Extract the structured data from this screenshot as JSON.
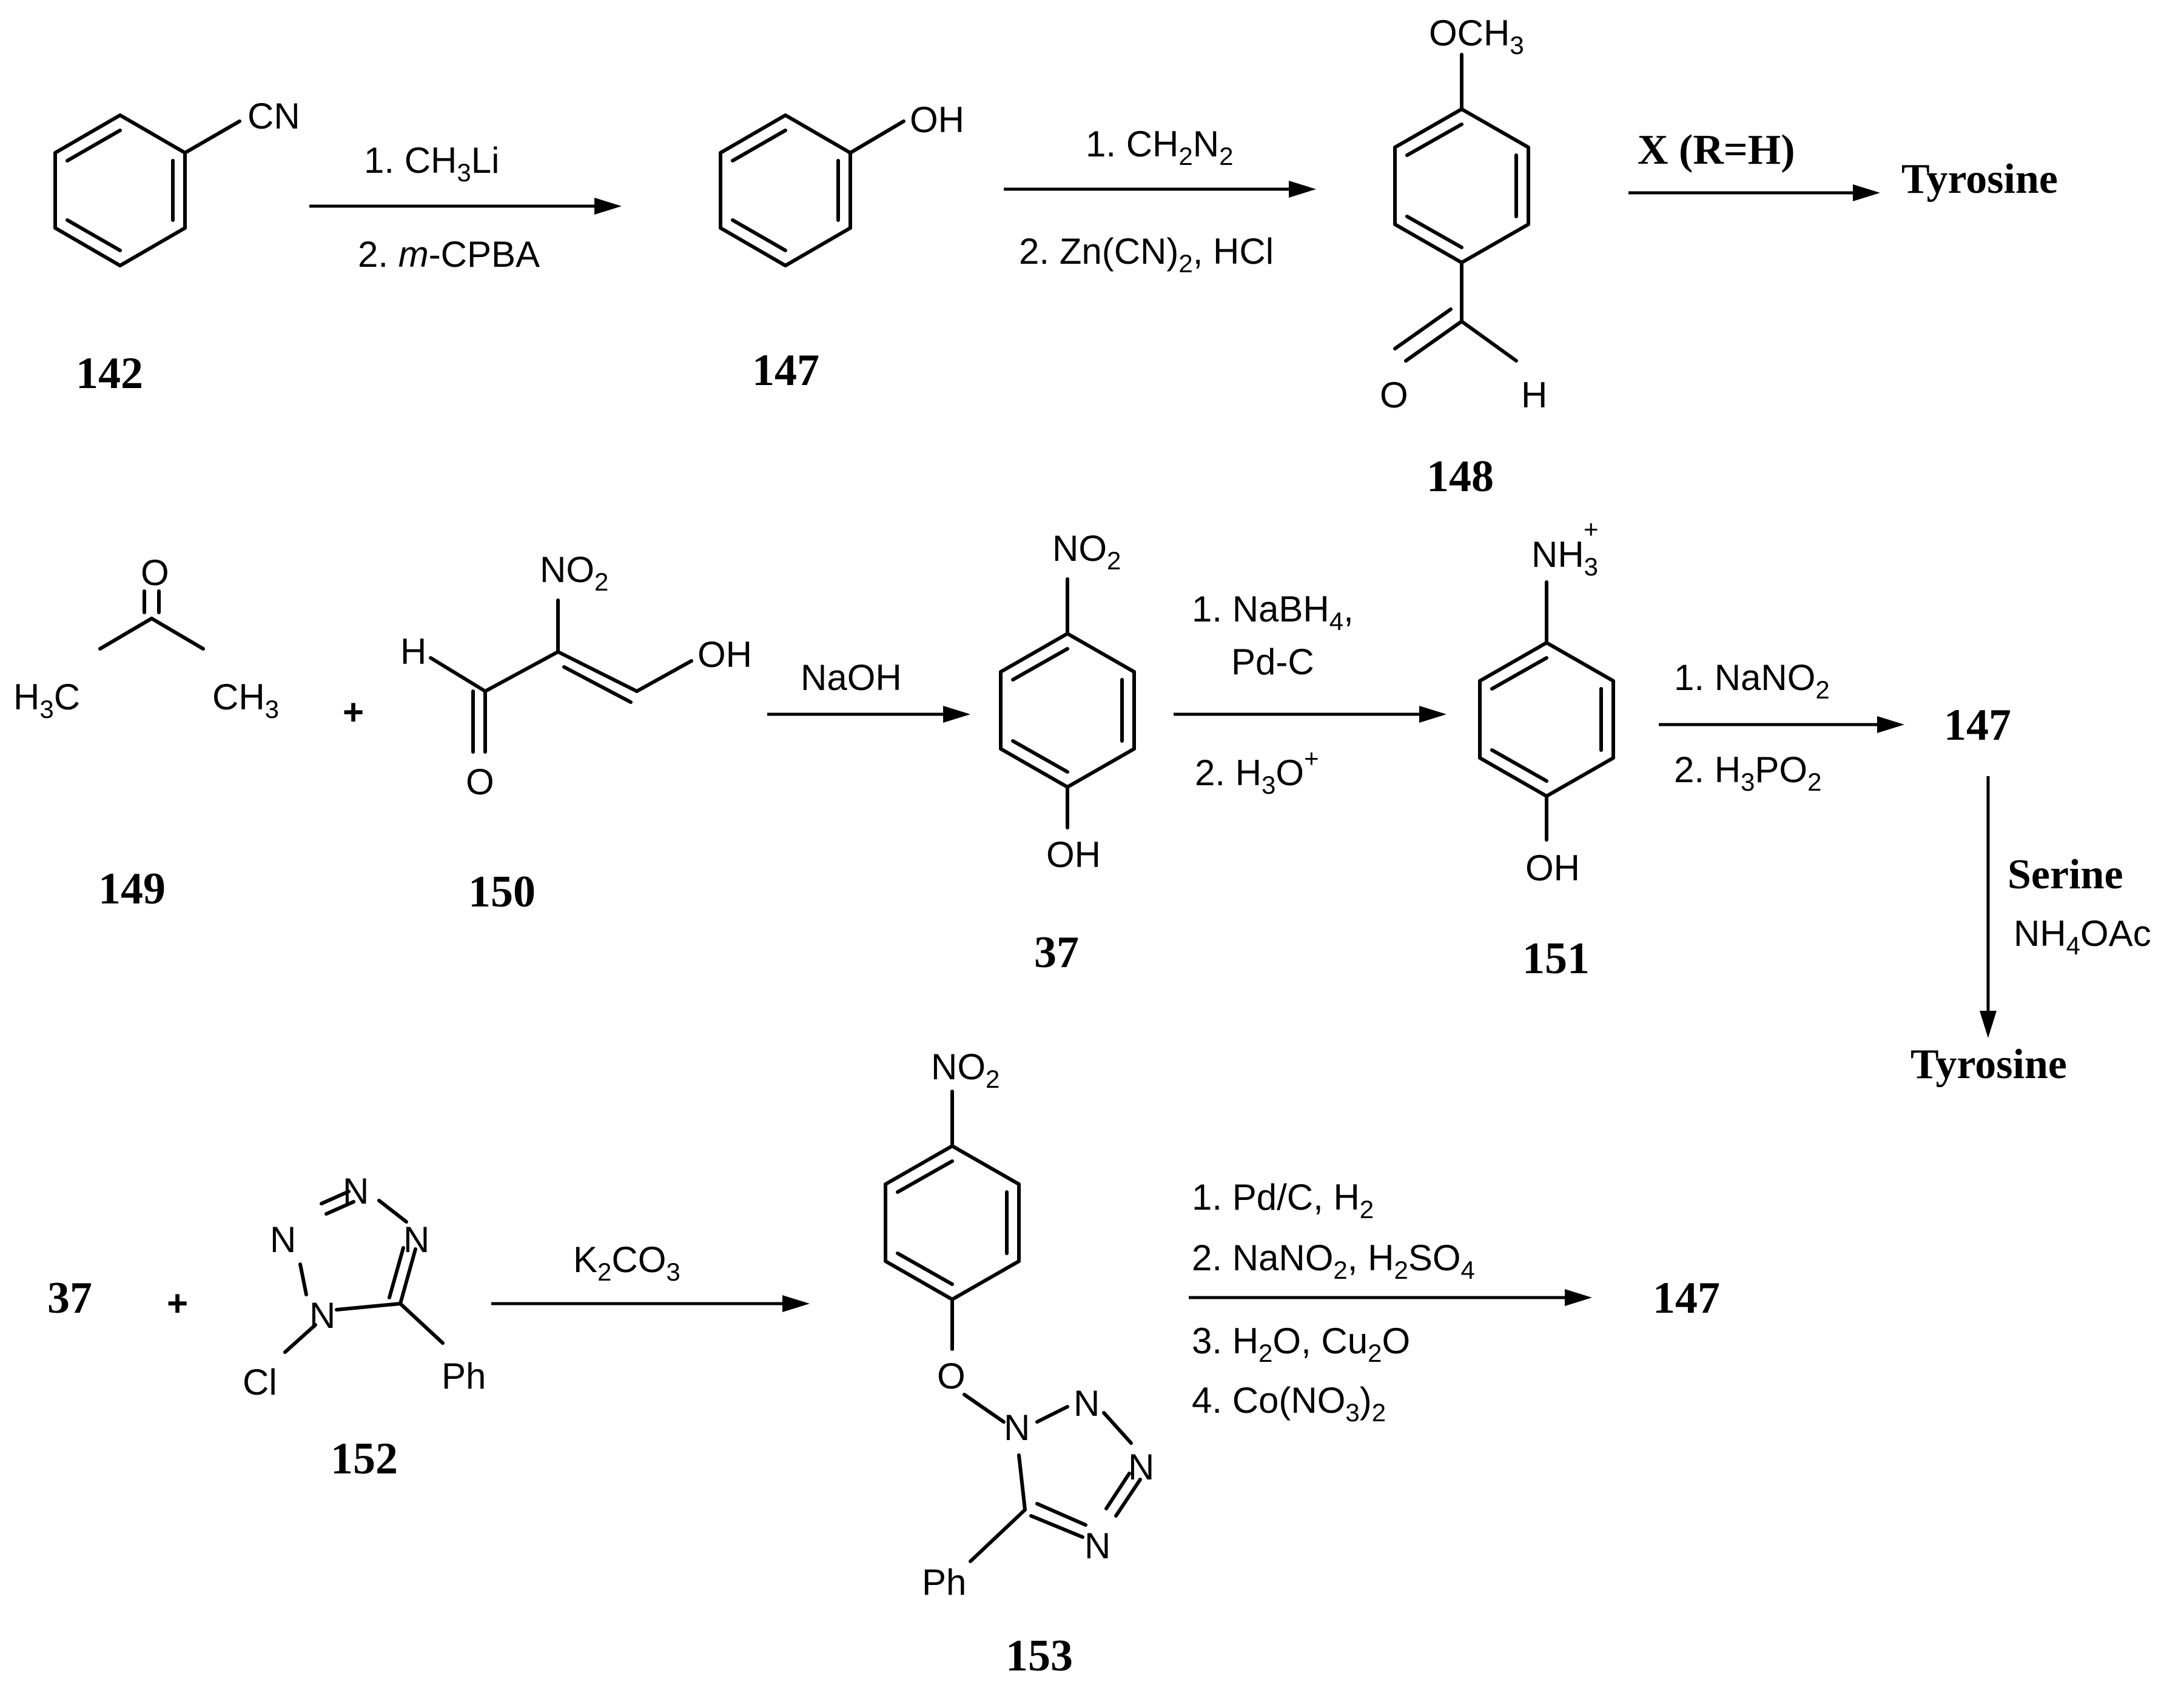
{
  "compounds": {
    "c142": "142",
    "c147": "147",
    "c148": "148",
    "c149": "149",
    "c150": "150",
    "c37": "37",
    "c151": "151",
    "c153": "153",
    "c152": "152",
    "r147b": "147",
    "r37": "37",
    "r147c": "147"
  },
  "atoms": {
    "cn": "CN",
    "oh": "OH",
    "och3": "OCH",
    "och3_sub": "3",
    "o": "O",
    "h": "H",
    "ch3_right": "CH",
    "h3c": "H",
    "h3c_c": "C",
    "sub3": "3",
    "no2": "NO",
    "no2_sub": "2",
    "nh3": "NH",
    "nh3_sub": "3",
    "plus_charge": "+",
    "n": "N",
    "cl": "Cl",
    "ph": "Ph"
  },
  "signs": {
    "plus": "+"
  },
  "products": {
    "tyrosine_1": "Tyrosine",
    "tyrosine_2": "Tyrosine"
  },
  "conditions": {
    "step1_1_pre": "1. CH",
    "step1_1_sub": "3",
    "step1_1_post": "Li",
    "step1_2_pre": "2. ",
    "step1_2_it": "m",
    "step1_2_post": "-CPBA",
    "step2_1_pre": "1. CH",
    "step2_1_sub1": "2",
    "step2_1_mid": "N",
    "step2_1_sub2": "2",
    "step2_2_pre": "2. Zn(CN)",
    "step2_2_sub": "2",
    "step2_2_post": ", HCl",
    "x_rh": "X (R=H)",
    "naoh": "NaOH",
    "red_1_pre": "1. NaBH",
    "red_1_sub": "4",
    "red_1_post": ",",
    "red_pdc": "Pd-C",
    "red_2_pre": "2. H",
    "red_2_sub": "3",
    "red_2_mid": "O",
    "red_2_sup": "+",
    "dz_1_pre": "1. NaNO",
    "dz_1_sub": "2",
    "dz_2_pre": "2. H",
    "dz_2_sub1": "3",
    "dz_2_mid": "PO",
    "dz_2_sub2": "2",
    "serine": "Serine",
    "nh4oac_pre": "NH",
    "nh4oac_sub": "4",
    "nh4oac_post": "OAc",
    "k2co3_pre": "K",
    "k2co3_sub1": "2",
    "k2co3_mid": "CO",
    "k2co3_sub2": "3",
    "last_1_pre": "1. Pd/C, H",
    "last_1_sub": "2",
    "last_2_pre": "2. NaNO",
    "last_2_sub1": "2",
    "last_2_mid": ", H",
    "last_2_sub2": "2",
    "last_2_post": "SO",
    "last_2_sub3": "4",
    "last_3_pre": "3. H",
    "last_3_sub1": "2",
    "last_3_mid": "O, Cu",
    "last_3_sub2": "2",
    "last_3_post": "O",
    "last_4_pre": "4. Co(NO",
    "last_4_sub": "3",
    "last_4_post": ")",
    "last_4_sub2": "2"
  }
}
